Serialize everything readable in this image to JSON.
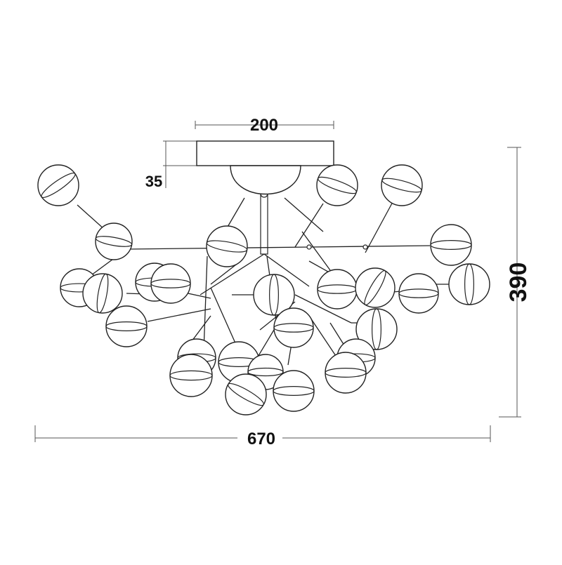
{
  "drawing": {
    "title": "",
    "dimensions": {
      "canopy_width": "200",
      "canopy_height": "35",
      "overall_width": "670",
      "overall_height": "390"
    },
    "colors": {
      "line": "#222222",
      "dimension_line": "#555555",
      "text": "#111111",
      "background": "#ffffff"
    }
  }
}
